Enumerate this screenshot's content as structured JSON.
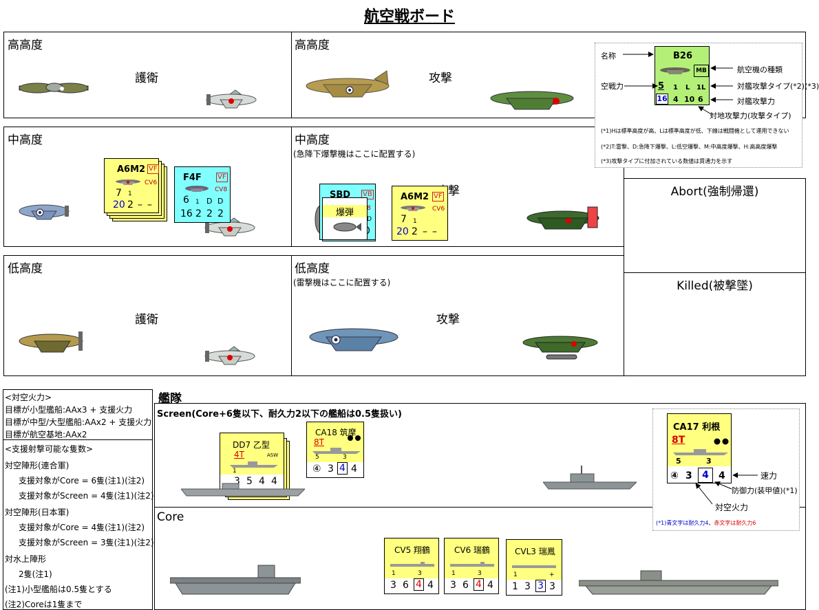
{
  "title": "航空戦ボード",
  "altitudes": {
    "high_left": "高高度",
    "high_right": "高高度",
    "mid_left": "中高度",
    "mid_right": "中高度",
    "mid_right_note": "(急降下爆撃機はここに配置する)",
    "low_left": "低高度",
    "low_right": "低高度",
    "low_right_note": "(雷撃機はここに配置する)"
  },
  "roles": {
    "escort_high": "護衛",
    "attack_high": "攻撃",
    "attack_mid": "攻撃",
    "escort_low": "護衛",
    "attack_low": "攻撃"
  },
  "abort_label": "Abort(強制帰還)",
  "killed_label": "Killed(被撃墜)",
  "counters": {
    "a6m2_left": {
      "name": "A6M2",
      "type": "VF",
      "unit": "CV6",
      "air": "7",
      "aa_type": "1",
      "ground": "20",
      "v1": "2",
      "v2": "–",
      "v3": "–"
    },
    "f4f": {
      "name": "F4F",
      "type": "VF",
      "unit": "CV8",
      "air": "6",
      "aa_type": "1",
      "t1": "D",
      "t2": "D",
      "ground": "16",
      "v1": "2",
      "v2": "2",
      "v3": "2"
    },
    "sbd": {
      "name": "SBD",
      "type": "VB",
      "unit": "V8",
      "unit2": "BD",
      "v3": "0",
      "bomb_label": "爆弾"
    },
    "a6m2_right": {
      "name": "A6M2",
      "type": "VF",
      "unit": "CV6",
      "air": "7",
      "aa_type": "1",
      "ground": "20",
      "v1": "2",
      "v2": "–",
      "v3": "–"
    }
  },
  "legend": {
    "name_label": "名称",
    "sample_name": "B26",
    "sample_type": "MB",
    "aircraft_type_label": "航空機の種類",
    "air_label": "空戦力",
    "air_value": "5",
    "t1": "1",
    "t2": "L",
    "t3": "1L",
    "ship_attack_type_label": "対艦攻撃タイプ(*2)(*3)",
    "ground_value": "16",
    "g1": "4",
    "g2": "10",
    "g3": "6",
    "ship_attack_label": "対艦攻撃力",
    "ground_attack_label": "対地攻撃力(攻撃タイプ)",
    "note1": "(*1)Hは標準高度が高、Lは標準高度が低、下線は戦闘機として運用できない",
    "note2": "(*2)T:雷撃、D:急降下爆撃、L:低空爆撃、M:中高度爆撃、H:高高度爆撃",
    "note3": "(*3)攻撃タイプに付加されている数値は貫通力を示す"
  },
  "aa_notes": {
    "header": "<対空火力>",
    "l1": "目標が小型艦船:AAx3 + 支援火力",
    "l2": "目標が中型/大型艦船:AAx2 + 支援火力",
    "l3": "目標が航空基地:AAx2",
    "support_header": "<支援射撃可能な隻数>",
    "s1": "対空陣形(連合軍)",
    "s2": "支援対象がCore = 6隻(注1)(注2)",
    "s3": "支援対象がScreen = 4隻(注1)(注2)",
    "s4": "対空陣形(日本軍)",
    "s5": "支援対象がCore = 4隻(注1)(注2)",
    "s6": "支援対象がScreen = 3隻(注1)(注2)",
    "s7": "対水上陣形",
    "s8": "2隻(注1)",
    "s9": "(注1)小型艦船は0.5隻とする",
    "s10": "(注2)Coreは1隻まで"
  },
  "fleet": {
    "title": "艦隊",
    "screen_label": "Screen(Core+6隻以下、耐久力2以下の艦船は0.5隻扱い)",
    "core_label": "Core",
    "dd7": {
      "name": "DD7 乙型",
      "unit": "4T",
      "tag": "ASW",
      "s": "1",
      "aa": "3",
      "v2": "5",
      "v3": "4",
      "v4": "4"
    },
    "ca18": {
      "name": "CA18 筑摩",
      "unit": "8T",
      "s1": "5",
      "s2": "3",
      "aa": "④",
      "v2": "3",
      "v3": "4",
      "v4": "4"
    },
    "cv5": {
      "name": "CV5 翔鶴",
      "s1": "1",
      "s2": "3",
      "aa": "3",
      "v2": "6",
      "v3": "4",
      "v4": "4"
    },
    "cv6": {
      "name": "CV6 瑞鶴",
      "s1": "1",
      "s2": "3",
      "aa": "3",
      "v2": "6",
      "v3": "4",
      "v4": "4"
    },
    "cvl3": {
      "name": "CVL3 瑞鳳",
      "s1": "1",
      "s2": "+",
      "aa": "1",
      "v2": "3",
      "v3": "3",
      "v4": "3"
    }
  },
  "ship_legend": {
    "name": "CA17 利根",
    "unit": "8T",
    "s1": "5",
    "s2": "3",
    "aa": "④",
    "v2": "3",
    "v3": "4",
    "v4": "4",
    "speed_label": "速力",
    "armor_label": "防御力(装甲値)(*1)",
    "aa_label": "対空火力",
    "note_a": "(*1)",
    "note_b": "青文字は耐久力4",
    "note_c": "、",
    "note_d": "赤文字は耐久力6"
  },
  "colors": {
    "yellow": "#ffff80",
    "cyan": "#80ffff",
    "green": "#b4f078",
    "red": "#dd0000",
    "blue": "#0000cc"
  }
}
